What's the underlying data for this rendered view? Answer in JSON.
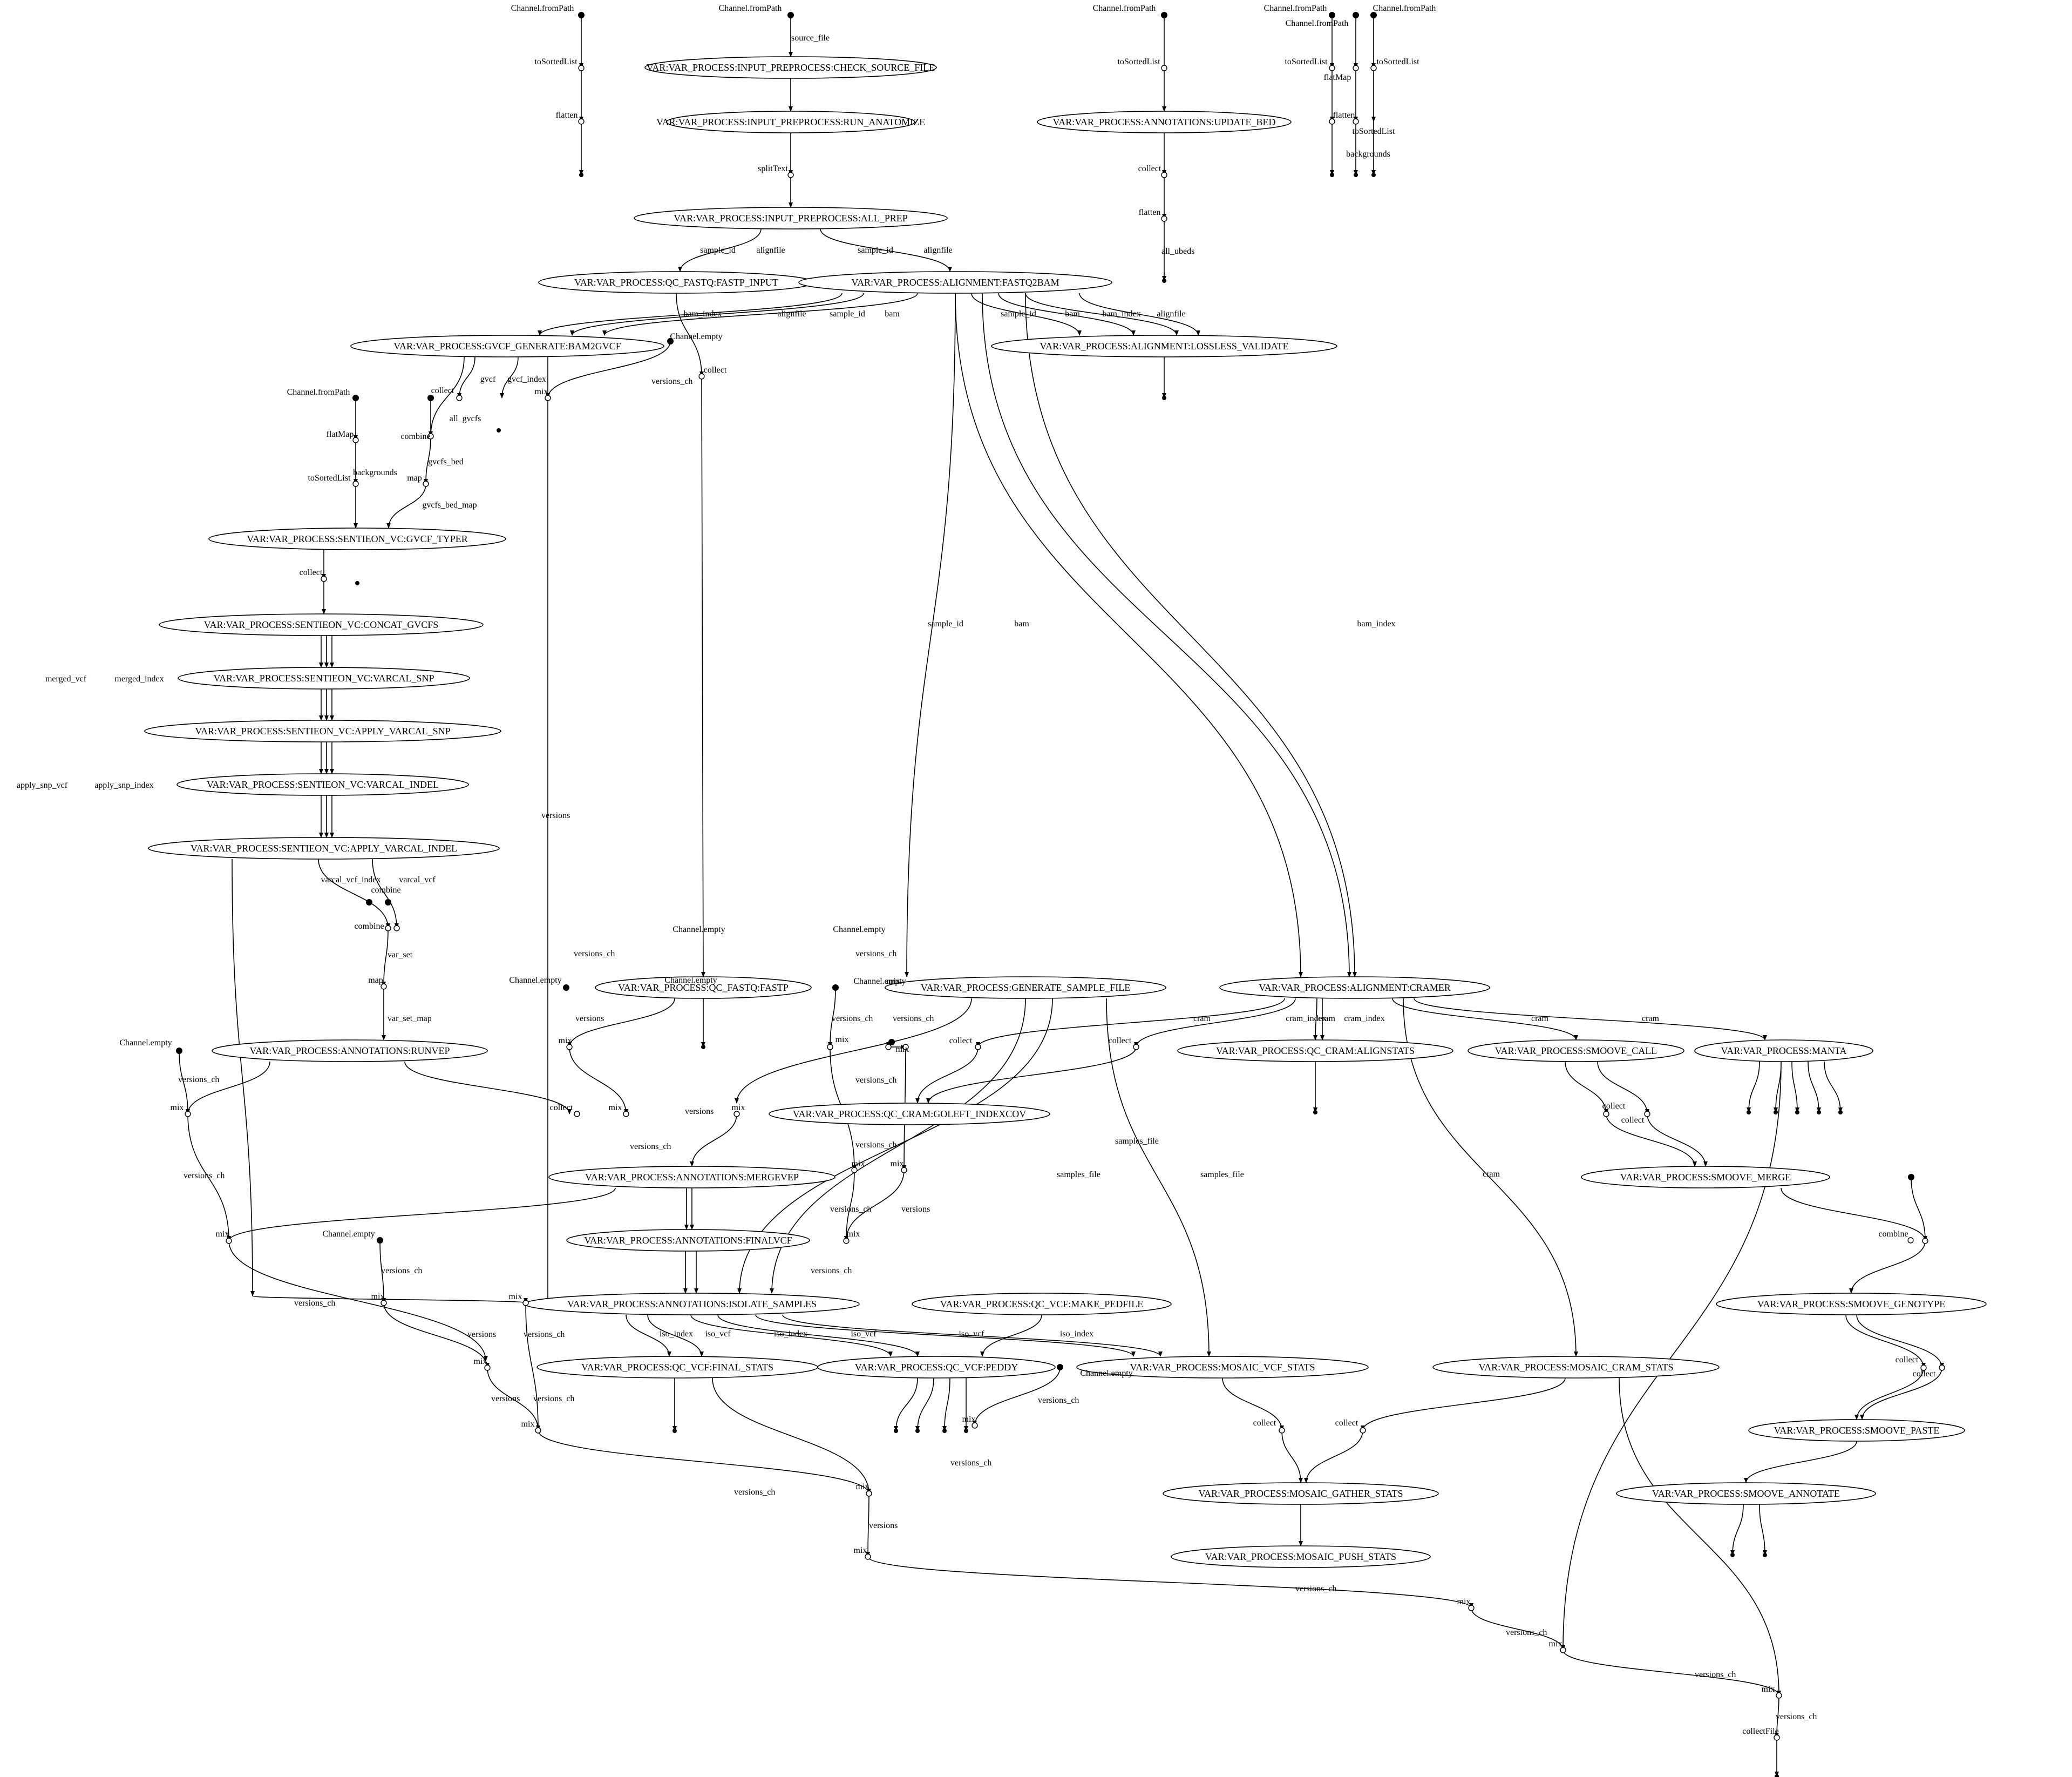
{
  "nodes": {
    "p_check": "VAR:VAR_PROCESS:INPUT_PREPROCESS:CHECK_SOURCE_FILE",
    "p_anat": "VAR:VAR_PROCESS:INPUT_PREPROCESS:RUN_ANATOMIZE",
    "p_allprep": "VAR:VAR_PROCESS:INPUT_PREPROCESS:ALL_PREP",
    "p_fastp_in": "VAR:VAR_PROCESS:QC_FASTQ:FASTP_INPUT",
    "p_fastq2bam": "VAR:VAR_PROCESS:ALIGNMENT:FASTQ2BAM",
    "p_upbed": "VAR:VAR_PROCESS:ANNOTATIONS:UPDATE_BED",
    "p_bam2gvcf": "VAR:VAR_PROCESS:GVCF_GENERATE:BAM2GVCF",
    "p_lossless": "VAR:VAR_PROCESS:ALIGNMENT:LOSSLESS_VALIDATE",
    "p_gvcftyper": "VAR:VAR_PROCESS:SENTIEON_VC:GVCF_TYPER",
    "p_concat": "VAR:VAR_PROCESS:SENTIEON_VC:CONCAT_GVCFS",
    "p_varcal_snp": "VAR:VAR_PROCESS:SENTIEON_VC:VARCAL_SNP",
    "p_apply_snp": "VAR:VAR_PROCESS:SENTIEON_VC:APPLY_VARCAL_SNP",
    "p_varcal_indel": "VAR:VAR_PROCESS:SENTIEON_VC:VARCAL_INDEL",
    "p_apply_indel": "VAR:VAR_PROCESS:SENTIEON_VC:APPLY_VARCAL_INDEL",
    "p_runvep": "VAR:VAR_PROCESS:ANNOTATIONS:RUNVEP",
    "p_fastp": "VAR:VAR_PROCESS:QC_FASTQ:FASTP",
    "p_gensample": "VAR:VAR_PROCESS:GENERATE_SAMPLE_FILE",
    "p_cramer": "VAR:VAR_PROCESS:ALIGNMENT:CRAMER",
    "p_alignstats": "VAR:VAR_PROCESS:QC_CRAM:ALIGNSTATS",
    "p_smoove_call": "VAR:VAR_PROCESS:SMOOVE_CALL",
    "p_manta": "VAR:VAR_PROCESS:MANTA",
    "p_goleft": "VAR:VAR_PROCESS:QC_CRAM:GOLEFT_INDEXCOV",
    "p_mergevep": "VAR:VAR_PROCESS:ANNOTATIONS:MERGEVEP",
    "p_smoove_merge": "VAR:VAR_PROCESS:SMOOVE_MERGE",
    "p_finalvcf": "VAR:VAR_PROCESS:ANNOTATIONS:FINALVCF",
    "p_isolate": "VAR:VAR_PROCESS:ANNOTATIONS:ISOLATE_SAMPLES",
    "p_pedfile": "VAR:VAR_PROCESS:QC_VCF:MAKE_PEDFILE",
    "p_smoove_geno": "VAR:VAR_PROCESS:SMOOVE_GENOTYPE",
    "p_final_stats": "VAR:VAR_PROCESS:QC_VCF:FINAL_STATS",
    "p_peddy": "VAR:VAR_PROCESS:QC_VCF:PEDDY",
    "p_mosaic_vcf": "VAR:VAR_PROCESS:MOSAIC_VCF_STATS",
    "p_mosaic_cram": "VAR:VAR_PROCESS:MOSAIC_CRAM_STATS",
    "p_smoove_paste": "VAR:VAR_PROCESS:SMOOVE_PASTE",
    "p_mosaic_gather": "VAR:VAR_PROCESS:MOSAIC_GATHER_STATS",
    "p_smoove_annot": "VAR:VAR_PROCESS:SMOOVE_ANNOTATE",
    "p_mosaic_push": "VAR:VAR_PROCESS:MOSAIC_PUSH_STATS"
  },
  "operators": {
    "channel_from_path": "Channel.fromPath",
    "channel_empty": "Channel.empty",
    "to_sorted_list": "toSortedList",
    "flatten": "flatten",
    "flat_map": "flatMap",
    "split_text": "splitText",
    "collect": "collect",
    "combine": "combine",
    "map": "map",
    "mix": "mix",
    "collect_file": "collectFile"
  },
  "edge_labels": {
    "source_file": "source_file",
    "sample_id": "sample_id",
    "alignfile": "alignfile",
    "bam": "bam",
    "bam_index": "bam_index",
    "backgrounds": "backgrounds",
    "all_ubeds": "all_ubeds",
    "gvcf": "gvcf",
    "gvcf_index": "gvcf_index",
    "all_gvcfs": "all_gvcfs",
    "gvcfs_bed": "gvcfs_bed",
    "gvcfs_bed_map": "gvcfs_bed_map",
    "merged_vcf": "merged_vcf",
    "merged_index": "merged_index",
    "apply_snp_vcf": "apply_snp_vcf",
    "apply_snp_index": "apply_snp_index",
    "varcal_vcf_index": "varcal_vcf_index",
    "varcal_vcf": "varcal_vcf",
    "var_set": "var_set",
    "var_set_map": "var_set_map",
    "versions": "versions",
    "versions_ch": "versions_ch",
    "cram": "cram",
    "cram_index": "cram_index",
    "samples_file": "samples_file",
    "iso_index": "iso_index",
    "iso_vcf": "iso_vcf"
  }
}
